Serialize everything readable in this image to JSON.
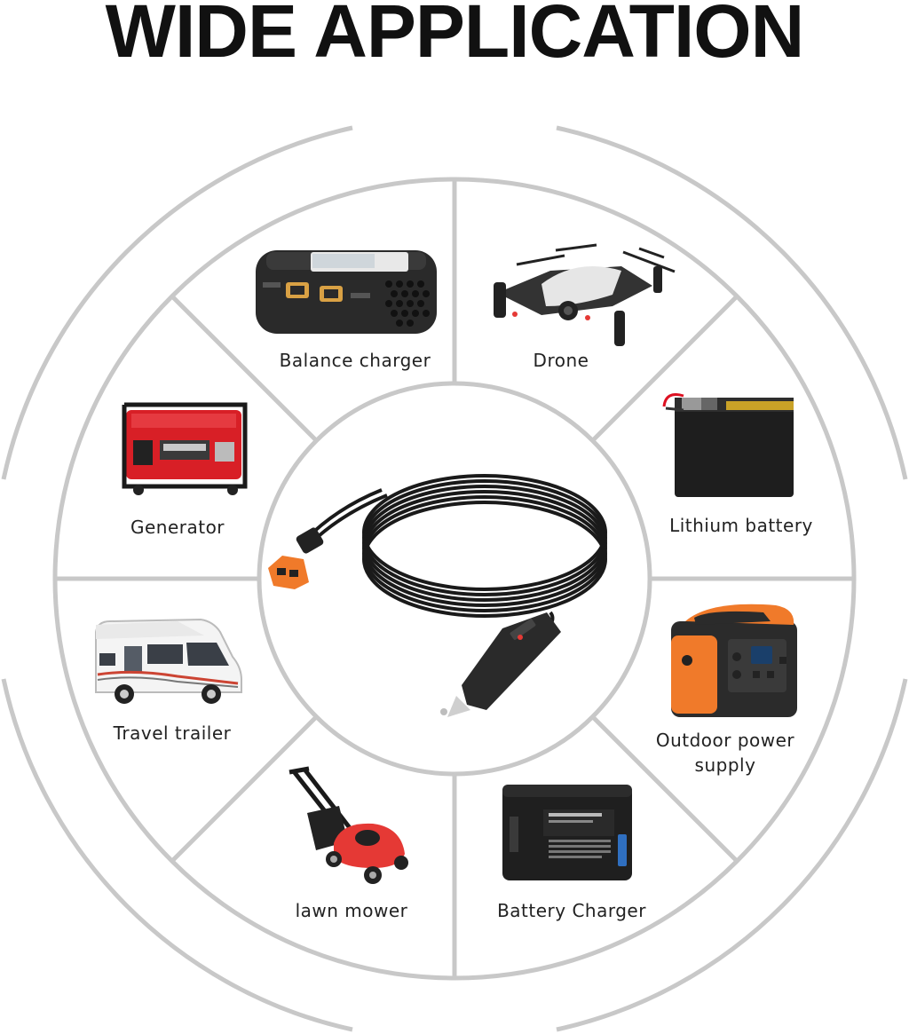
{
  "header": {
    "title": "WIDE APPLICATION"
  },
  "applications": [
    {
      "id": "balance-charger",
      "label": "Balance charger",
      "icon": "balance-charger-icon"
    },
    {
      "id": "drone",
      "label": "Drone",
      "icon": "drone-icon"
    },
    {
      "id": "lithium-battery",
      "label": "Lithium battery",
      "icon": "lithium-battery-icon"
    },
    {
      "id": "outdoor-power-supply",
      "label": "Outdoor power\nsupply",
      "icon": "power-station-icon"
    },
    {
      "id": "battery-charger",
      "label": "Battery Charger",
      "icon": "camera-battery-icon"
    },
    {
      "id": "lawn-mower",
      "label": "lawn mower",
      "icon": "lawn-mower-icon"
    },
    {
      "id": "travel-trailer",
      "label": "Travel trailer",
      "icon": "rv-icon"
    },
    {
      "id": "generator",
      "label": "Generator",
      "icon": "generator-icon"
    }
  ],
  "product": {
    "icon": "car-charger-cable-icon"
  },
  "colors": {
    "ring": "#c8c8c8",
    "title": "#111111",
    "accent_orange": "#f07a2a",
    "generator_red": "#d81f26"
  }
}
